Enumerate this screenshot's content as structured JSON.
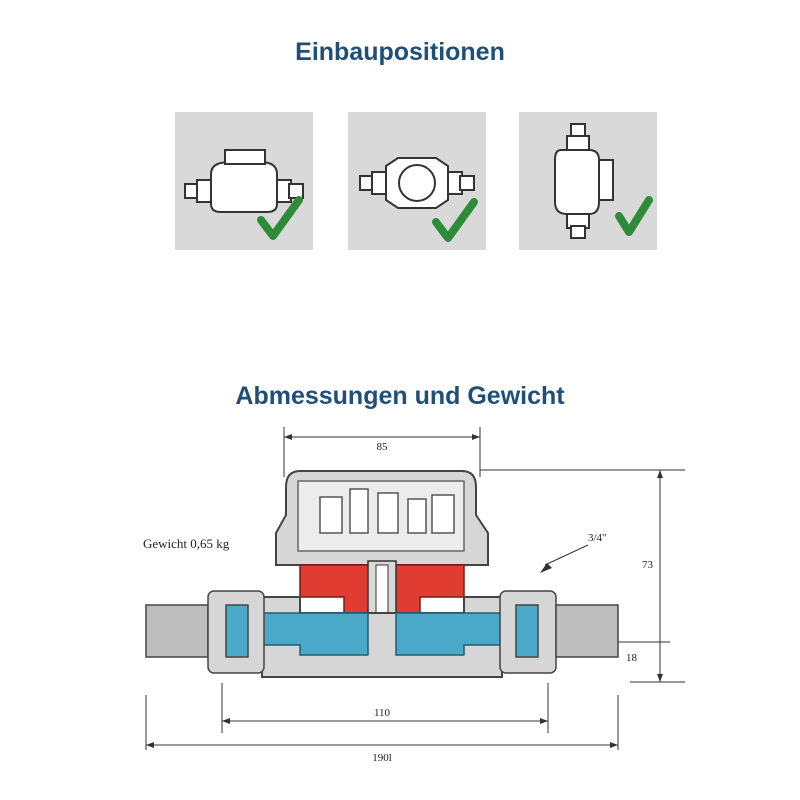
{
  "sections": {
    "mounting_title": "Einbaupositionen",
    "dimensions_title": "Abmessungen und Gewicht"
  },
  "mounting_positions": [
    {
      "name": "horizontal",
      "icon": "check-icon"
    },
    {
      "name": "horizontal-dial-up",
      "icon": "check-icon"
    },
    {
      "name": "vertical",
      "icon": "check-icon"
    }
  ],
  "diagram": {
    "weight_label": "Gewicht 0,65 kg",
    "thread_label": "3/4\"",
    "dimensions": {
      "top_width": "85",
      "height": "73",
      "axis_height": "18",
      "inner_length": "110",
      "total_length": "190l"
    }
  },
  "colors": {
    "title": "#1f4e79",
    "check": "#2e8b3a",
    "panel": "#d9d9d9",
    "red_part": "#e03c31",
    "blue_part": "#4aa8c8"
  }
}
